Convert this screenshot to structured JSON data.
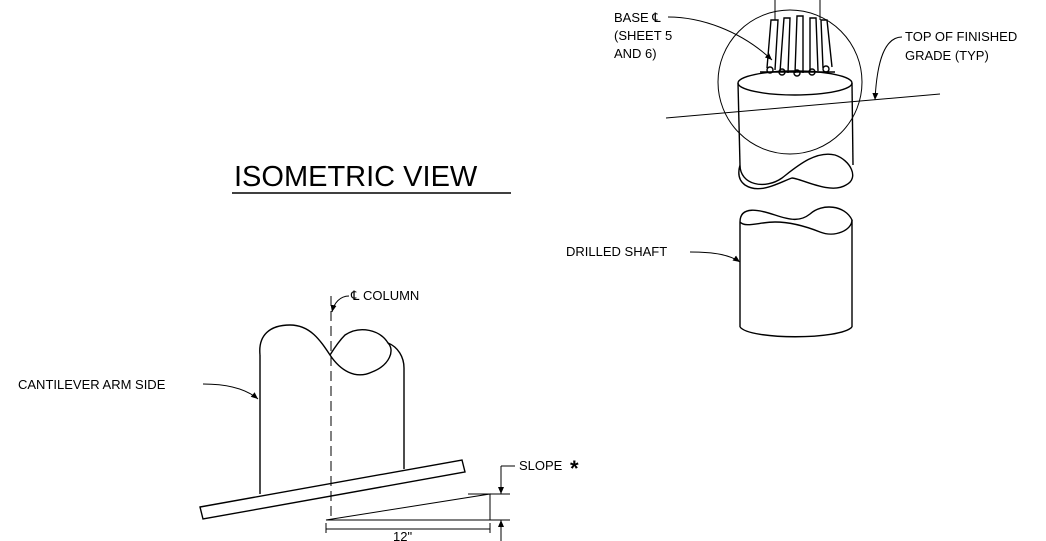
{
  "title": "ISOMETRIC VIEW",
  "labels": {
    "base_plate_1": "BASE ℄",
    "base_plate_2": "(SHEET 5",
    "base_plate_3": "AND 6)",
    "grade_1": "TOP OF FINISHED",
    "grade_2": "GRADE (TYP)",
    "drilled_shaft": "DRILLED SHAFT",
    "column_cl": "℄ COLUMN",
    "cantilever": "CANTILEVER ARM SIDE",
    "slope": "SLOPE",
    "slope_star": "*",
    "twelve": "12\""
  }
}
